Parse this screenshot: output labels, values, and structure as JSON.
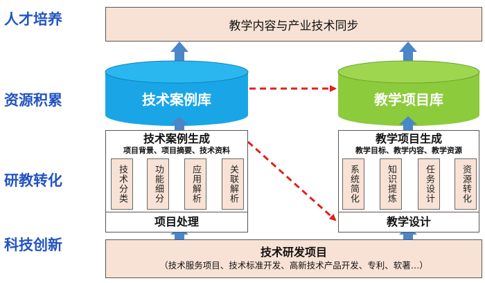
{
  "side_labels": {
    "talent": "人才培养",
    "resources": "资源积累",
    "conversion": "研教转化",
    "innovation": "科技创新"
  },
  "top_box": "教学内容与产业技术同步",
  "databases": {
    "left": "技术案例库",
    "right": "教学项目库",
    "left_color": "#1aa6e6",
    "right_color": "#8ccb3c"
  },
  "left_panel": {
    "title": "技术案例生成",
    "subtitle": "项目背景、项目摘要、技术资料",
    "columns": [
      "技术分类",
      "功能细分",
      "应用解析",
      "关联解析"
    ],
    "footer": "项目处理"
  },
  "right_panel": {
    "title": "教学项目生成",
    "subtitle": "教学目标、教学内容、教学资源",
    "columns": [
      "系统简化",
      "知识提炼",
      "任务设计",
      "资源转化"
    ],
    "footer": "教学设计"
  },
  "bottom_box": {
    "title": "技术研发项目",
    "subtitle": "（技术服务项目、技术标准开发、高新技术产品开发、专利、软著…）"
  },
  "colors": {
    "label_blue": "#2253c2",
    "peach": "#f8e2d5",
    "arrow_blue": "#4a86c8",
    "dashed_red": "#e0201a"
  }
}
